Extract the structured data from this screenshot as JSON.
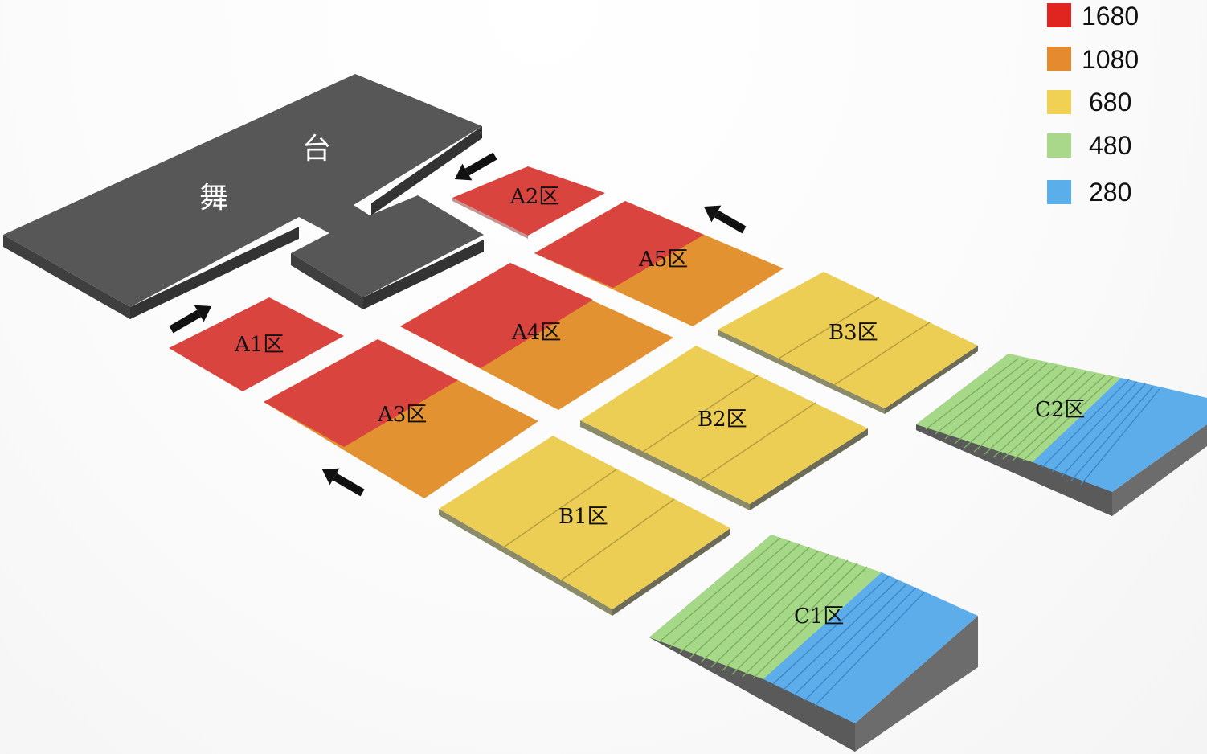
{
  "stage": {
    "char1": "舞",
    "char2": "台"
  },
  "zones": {
    "A1": "A1区",
    "A2": "A2区",
    "A3": "A3区",
    "A4": "A4区",
    "A5": "A5区",
    "B1": "B1区",
    "B2": "B2区",
    "B3": "B3区",
    "C1": "C1区",
    "C2": "C2区"
  },
  "legend": [
    {
      "label": "1680",
      "color": "#e02520"
    },
    {
      "label": "1080",
      "color": "#e58a2e"
    },
    {
      "label": "680",
      "color": "#f0d153"
    },
    {
      "label": "480",
      "color": "#a9d88a"
    },
    {
      "label": "280",
      "color": "#5aaeea"
    }
  ],
  "colors": {
    "stage": "#585858",
    "stage_side": "#3a3a3a",
    "price_1680": "#db4541",
    "price_1080": "#e39232",
    "price_680": "#ecce55",
    "price_480": "#a5d887",
    "price_280": "#5dadea",
    "block_side": "#6e6e6e"
  },
  "icons": [
    "arrow-icon"
  ]
}
